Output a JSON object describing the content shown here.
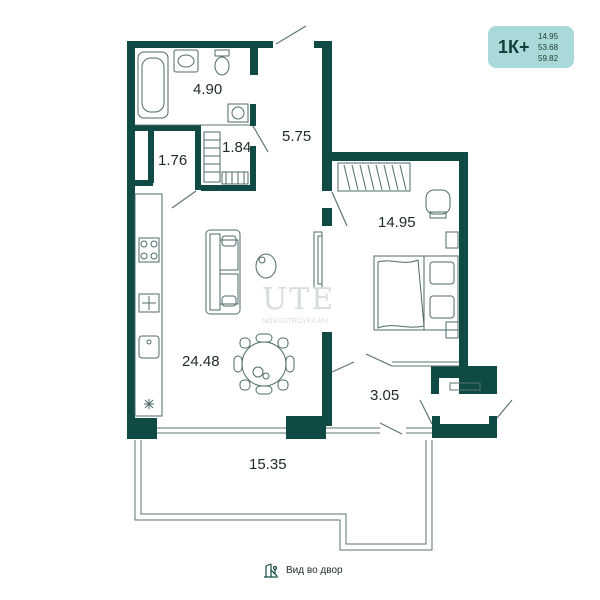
{
  "summary": {
    "apartment_type": "1К+",
    "areas": [
      "14.95",
      "53.68",
      "59.82"
    ]
  },
  "rooms": {
    "bathroom": "4.90",
    "hallway": "5.75",
    "closet_small": "1.76",
    "wardrobe": "1.84",
    "bedroom": "14.95",
    "kitchen_living": "24.48",
    "balcony": "3.05",
    "terrace": "15.35"
  },
  "view_note": "Вид во двор",
  "watermark": {
    "main": "UTE",
    "sub": "NOVOSTROYKA.RU"
  },
  "colors": {
    "wall": "#0f4a44",
    "badge_bg": "#a9d9d8",
    "furniture": "#4d6b68",
    "thin_line": "#5c7472"
  }
}
